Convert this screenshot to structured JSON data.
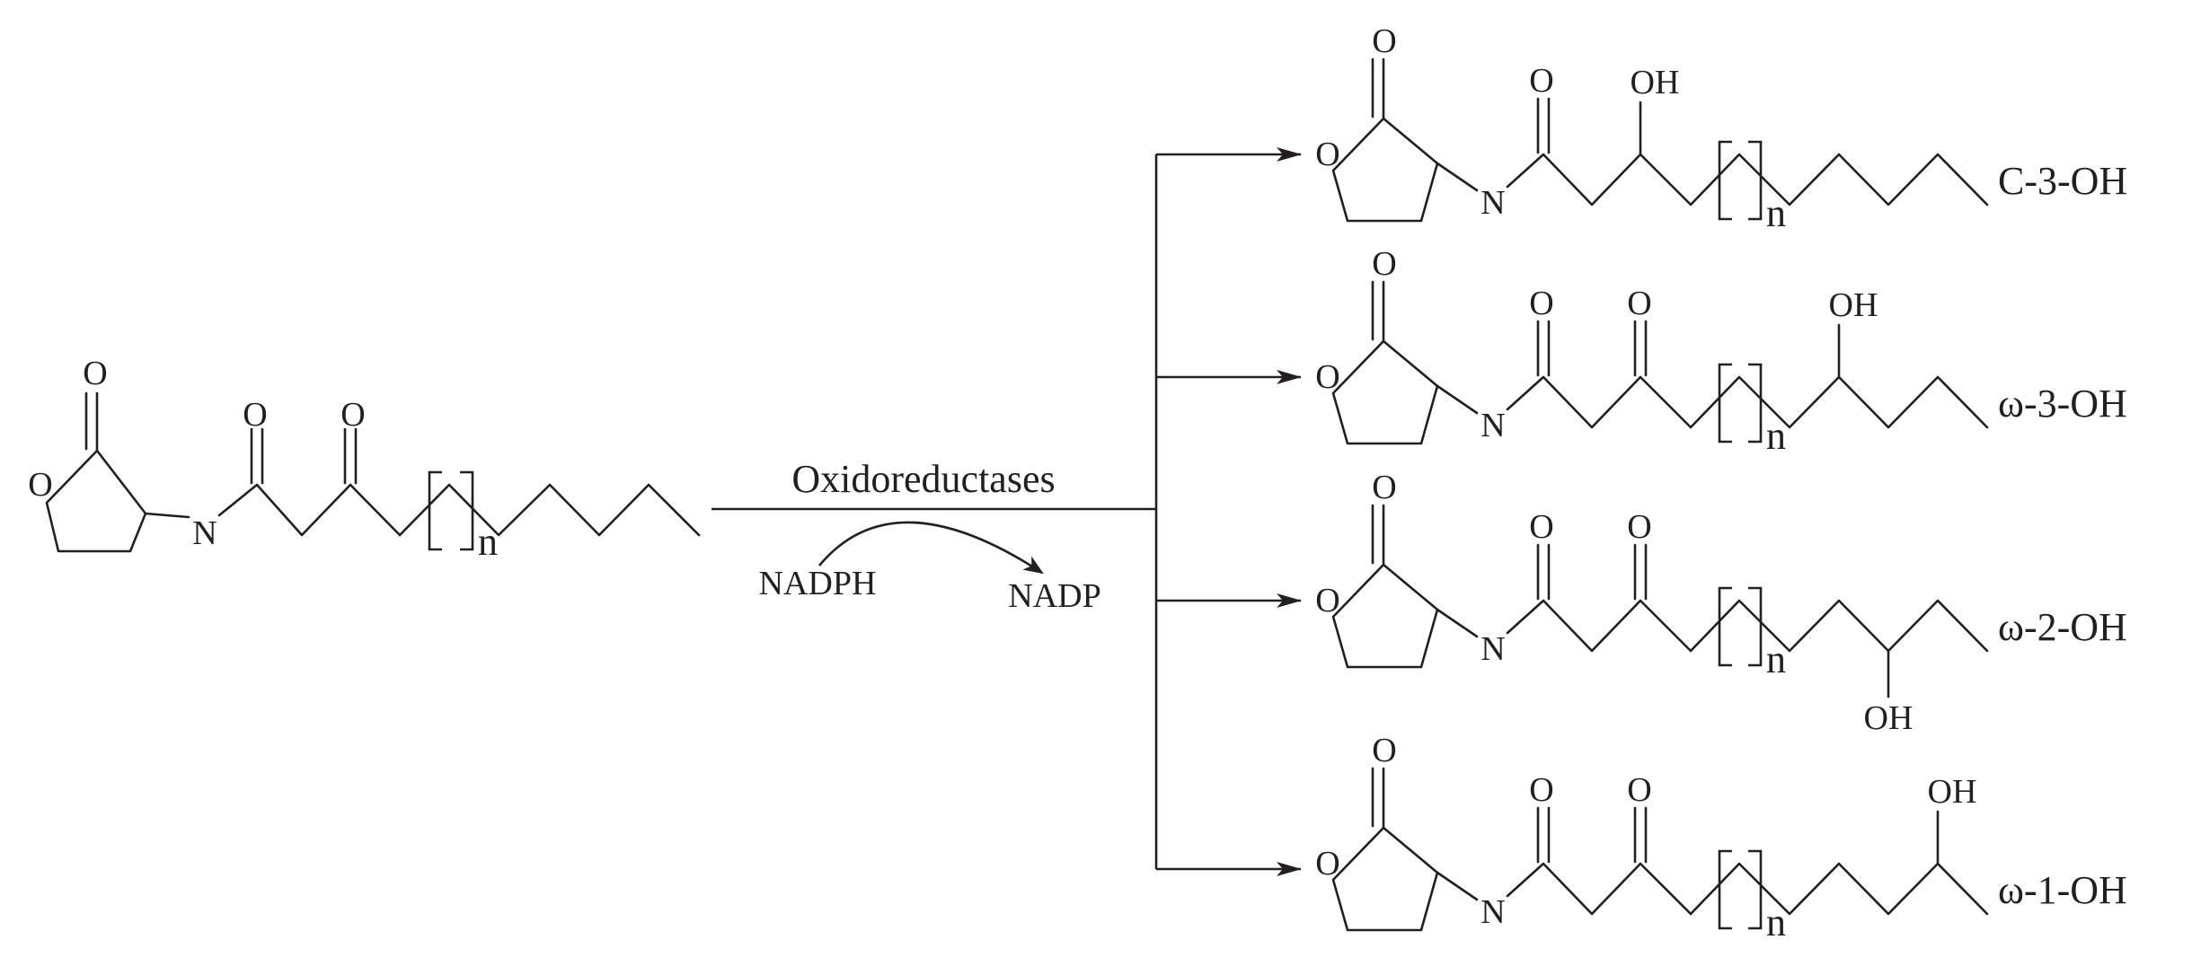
{
  "scheme": {
    "reaction": {
      "enzyme_label": "Oxidoreductases",
      "cofactor_in": "NADPH",
      "cofactor_out": "NADP"
    },
    "atoms": {
      "oxygen": "O",
      "nitrogen": "N",
      "hydroxyl": "OH",
      "repeat": "n"
    },
    "products": [
      {
        "label": "C-3-OH"
      },
      {
        "label": "ω-3-OH"
      },
      {
        "label": "ω-2-OH"
      },
      {
        "label": "ω-1-OH"
      }
    ]
  }
}
